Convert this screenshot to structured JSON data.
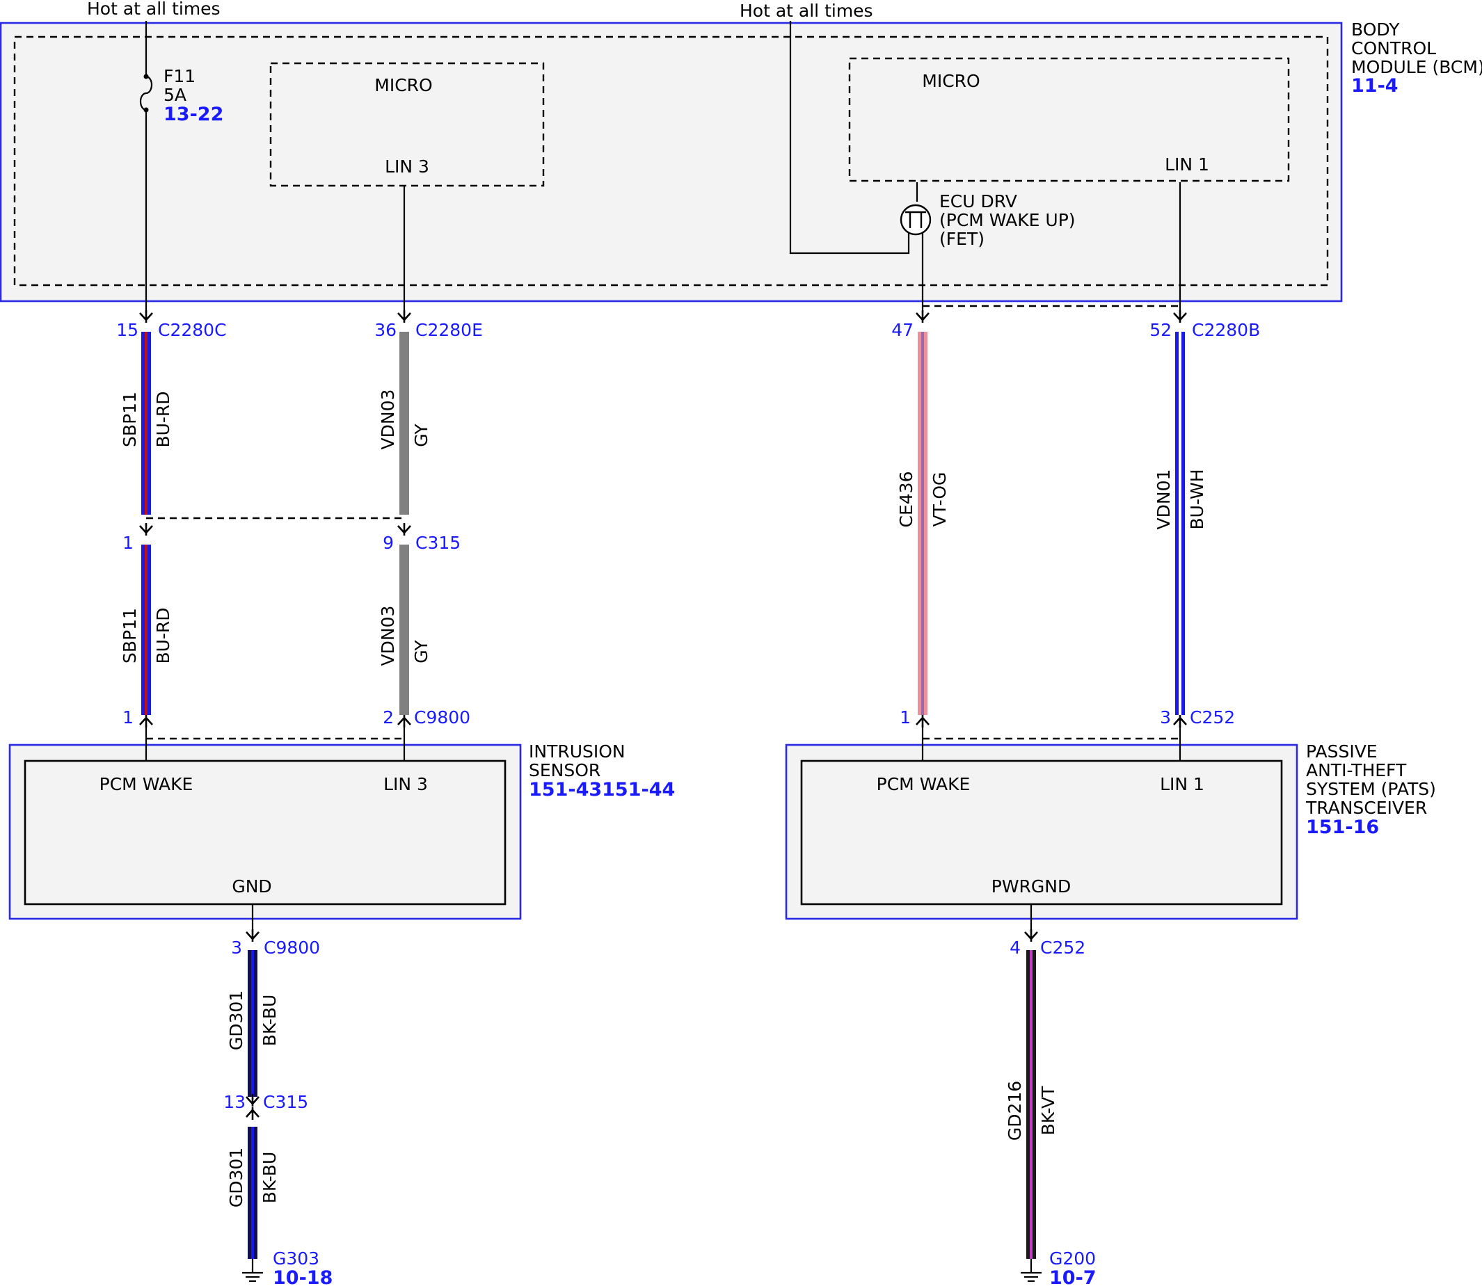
{
  "supply": {
    "left": "Hot at all times",
    "right": "Hot at all times"
  },
  "bcm": {
    "name": [
      "BODY",
      "CONTROL",
      "MODULE (BCM)"
    ],
    "ref": "11-4",
    "fuse": {
      "id": "F11",
      "rating": "5A",
      "ref": "13-22"
    },
    "micro_left": {
      "title": "MICRO",
      "pin": "LIN 3"
    },
    "micro_right": {
      "title": "MICRO",
      "pin": "LIN 1"
    },
    "driver": [
      "ECU DRV",
      "(PCM WAKE UP)",
      "(FET)"
    ]
  },
  "intrusion": {
    "name": [
      "INTRUSION",
      "SENSOR"
    ],
    "ref": "151-43151-44",
    "pin_left": "PCM WAKE",
    "pin_right": "LIN 3",
    "pin_bottom": "GND"
  },
  "pats": {
    "name": [
      "PASSIVE",
      "ANTI-THEFT",
      "SYSTEM (PATS)",
      "TRANSCEIVER"
    ],
    "ref": "151-16",
    "pin_left": "PCM WAKE",
    "pin_right": "LIN 1",
    "pin_bottom": "PWRGND"
  },
  "connectors": {
    "c15": {
      "pin": "15",
      "name": "C2280C"
    },
    "c36": {
      "pin": "36",
      "name": "C2280E"
    },
    "c47": {
      "pin": "47",
      "name": ""
    },
    "c52": {
      "pin": "52",
      "name": "C2280B"
    },
    "c1a": {
      "pin": "1",
      "name": ""
    },
    "c9": {
      "pin": "9",
      "name": "C315"
    },
    "c1b": {
      "pin": "1",
      "name": ""
    },
    "c2": {
      "pin": "2",
      "name": "C9800"
    },
    "c1c": {
      "pin": "1",
      "name": ""
    },
    "c3p": {
      "pin": "3",
      "name": "C252"
    },
    "c3g": {
      "pin": "3",
      "name": "C9800"
    },
    "c13": {
      "pin": "13",
      "name": "C315"
    },
    "c4": {
      "pin": "4",
      "name": "C252"
    }
  },
  "wires": {
    "sbp11_top": {
      "circuit": "SBP11",
      "color": "BU-RD"
    },
    "vdn03_top": {
      "circuit": "VDN03",
      "color": "GY"
    },
    "ce436": {
      "circuit": "CE436",
      "color": "VT-OG"
    },
    "vdn01": {
      "circuit": "VDN01",
      "color": "BU-WH"
    },
    "sbp11_bot": {
      "circuit": "SBP11",
      "color": "BU-RD"
    },
    "vdn03_bot": {
      "circuit": "VDN03",
      "color": "GY"
    },
    "gd301_top": {
      "circuit": "GD301",
      "color": "BK-BU"
    },
    "gd301_bot": {
      "circuit": "GD301",
      "color": "BK-BU"
    },
    "gd216": {
      "circuit": "GD216",
      "color": "BK-VT"
    }
  },
  "grounds": {
    "g303": {
      "name": "G303",
      "ref": "10-18"
    },
    "g200": {
      "name": "G200",
      "ref": "10-7"
    }
  },
  "colors": {
    "bu_rd": [
      "#1a1ae6",
      "#c01010"
    ],
    "gy": [
      "#808080",
      "#808080"
    ],
    "vt_og": [
      "#ef8f9a",
      "#9a6aa8"
    ],
    "bu_wh": [
      "#1a1ae6",
      "#ffffff"
    ],
    "bk_bu": [
      "#10104a",
      "#1a1ae6"
    ],
    "bk_vt": [
      "#1a1a1a",
      "#c23dc2"
    ]
  }
}
